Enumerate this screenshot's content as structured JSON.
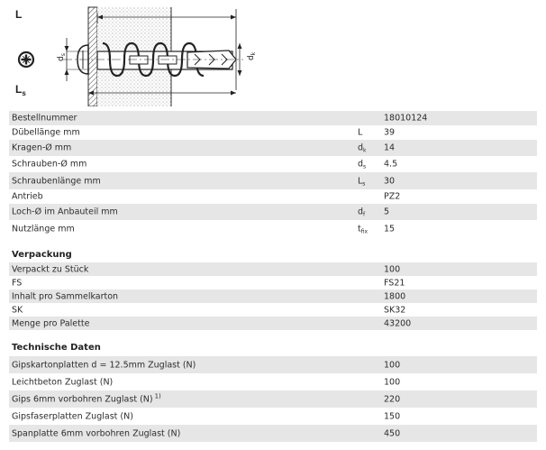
{
  "drawing": {
    "label_L": "L",
    "label_Ls": "Ls",
    "label_ds": "ds",
    "label_dk": "dk"
  },
  "spec": {
    "rows": [
      {
        "label": "Bestellnummer",
        "symbol": "",
        "value": "18010124"
      },
      {
        "label": "Dübellänge mm",
        "symbol": "L",
        "value": "39"
      },
      {
        "label": "Kragen-Ø mm",
        "symbol": "dk",
        "value": "14"
      },
      {
        "label": "Schrauben-Ø mm",
        "symbol": "ds",
        "value": "4.5"
      },
      {
        "label": "Schraubenlänge mm",
        "symbol": "Ls",
        "value": "30"
      },
      {
        "label": "Antrieb",
        "symbol": "",
        "value": "PZ2"
      },
      {
        "label": "Loch-Ø im Anbauteil mm",
        "symbol": "df",
        "value": "5"
      },
      {
        "label": "Nutzlänge mm",
        "symbol": "tfix",
        "value": "15"
      }
    ]
  },
  "packaging": {
    "title": "Verpackung",
    "rows": [
      {
        "label": "Verpackt zu Stück",
        "value": "100"
      },
      {
        "label": "FS",
        "value": "FS21"
      },
      {
        "label": "Inhalt pro Sammelkarton",
        "value": "1800"
      },
      {
        "label": "SK",
        "value": "SK32"
      },
      {
        "label": "Menge pro Palette",
        "value": "43200"
      }
    ]
  },
  "technical": {
    "title": "Technische Daten",
    "rows": [
      {
        "label": "Gipskartonplatten d = 12.5mm Zuglast (N)",
        "note": "",
        "value": "100"
      },
      {
        "label": "Leichtbeton Zuglast (N)",
        "note": "",
        "value": "100"
      },
      {
        "label": "Gips 6mm vorbohren Zuglast (N)",
        "note": "1)",
        "value": "220"
      },
      {
        "label": "Gipsfaserplatten Zuglast (N)",
        "note": "",
        "value": "150"
      },
      {
        "label": "Spanplatte 6mm vorbohren Zuglast (N)",
        "note": "",
        "value": "450"
      }
    ]
  }
}
